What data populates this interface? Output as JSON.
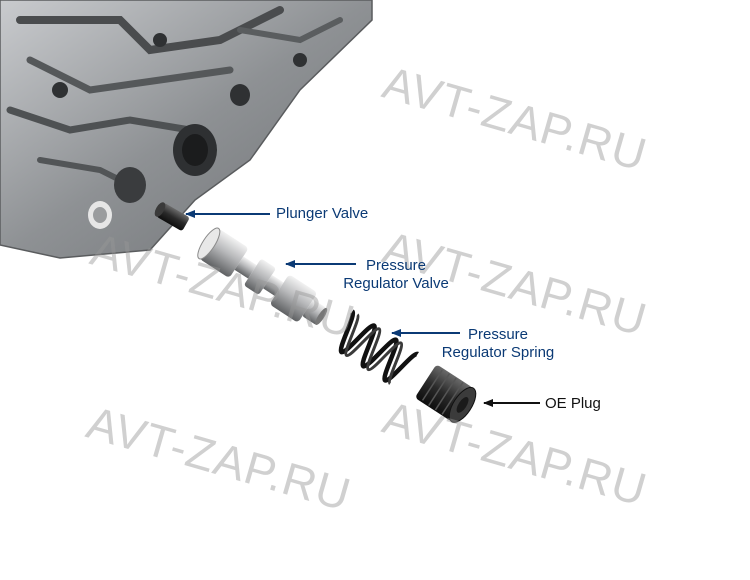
{
  "watermark": "AVT-ZAP.RU",
  "labels": {
    "plunger_valve": "Plunger Valve",
    "pressure_regulator_valve_line1": "Pressure",
    "pressure_regulator_valve_line2": "Regulator Valve",
    "pressure_regulator_spring_line1": "Pressure",
    "pressure_regulator_spring_line2": "Regulator Spring",
    "oe_plug": "OE Plug"
  },
  "colors": {
    "label_blue": "#0b3a75",
    "label_black": "#111111",
    "arrow_blue": "#0b3a75"
  }
}
